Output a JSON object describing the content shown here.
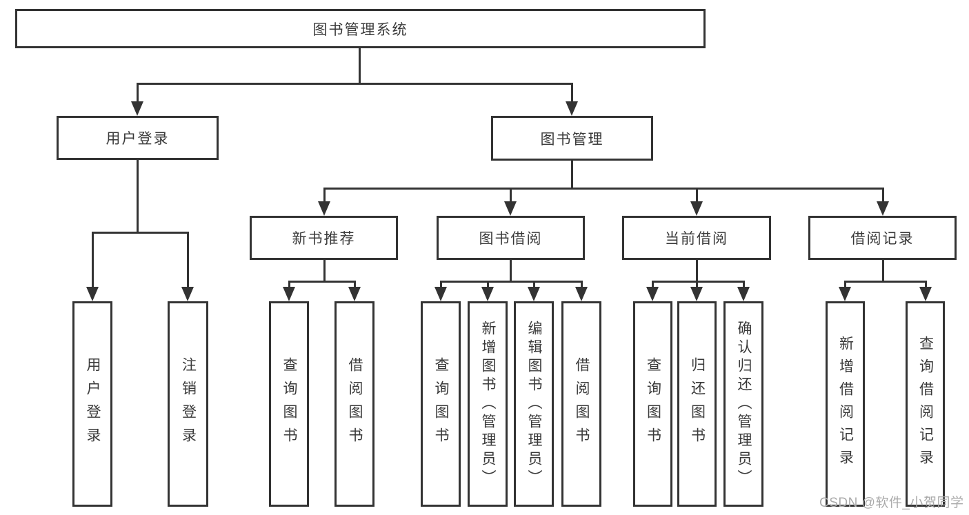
{
  "tree": {
    "root": {
      "label": "图书管理系统",
      "children": [
        {
          "label": "用户登录",
          "children": [
            {
              "label": "用户登录"
            },
            {
              "label": "注销登录"
            }
          ]
        },
        {
          "label": "图书管理",
          "children": [
            {
              "label": "新书推荐",
              "children": [
                {
                  "label": "查询图书"
                },
                {
                  "label": "借阅图书"
                }
              ]
            },
            {
              "label": "图书借阅",
              "children": [
                {
                  "label": "查询图书"
                },
                {
                  "label": "新增图书（管理员）"
                },
                {
                  "label": "编辑图书（管理员）"
                },
                {
                  "label": "借阅图书"
                }
              ]
            },
            {
              "label": "当前借阅",
              "children": [
                {
                  "label": "查询图书"
                },
                {
                  "label": "归还图书"
                },
                {
                  "label": "确认归还（管理员）"
                }
              ]
            },
            {
              "label": "借阅记录",
              "children": [
                {
                  "label": "新增借阅记录"
                },
                {
                  "label": "查询借阅记录"
                }
              ]
            }
          ]
        }
      ]
    }
  },
  "watermark": {
    "text": "CSDN @软件_小贺同学"
  },
  "colors": {
    "line": "#333333",
    "text": "#3a3a3a",
    "watermark_color": "#aaaaaa",
    "background": "#ffffff"
  }
}
